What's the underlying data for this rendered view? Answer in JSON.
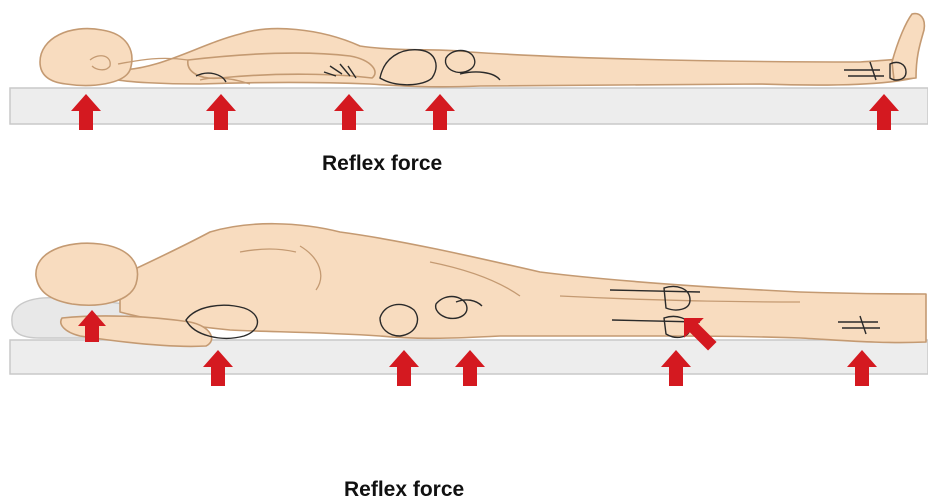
{
  "captions": {
    "top": "Reflex force",
    "bottom": "Reflex force"
  },
  "colors": {
    "skin": "#f8dcbf",
    "outline": "#c49a72",
    "bone": "#2a2a2a",
    "surface": "#ededed",
    "surface_edge": "#c9c9c9",
    "pillow": "#e8e8e8",
    "arrow": "#d41920"
  },
  "figures": {
    "top": {
      "posture": "supine",
      "pressure_points": [
        "head",
        "scapula",
        "sacrum",
        "pelvis",
        "heel"
      ]
    },
    "bottom": {
      "posture": "lateral",
      "pressure_points": [
        "head",
        "shoulder",
        "hip",
        "pelvis",
        "knee",
        "ankle"
      ]
    }
  }
}
